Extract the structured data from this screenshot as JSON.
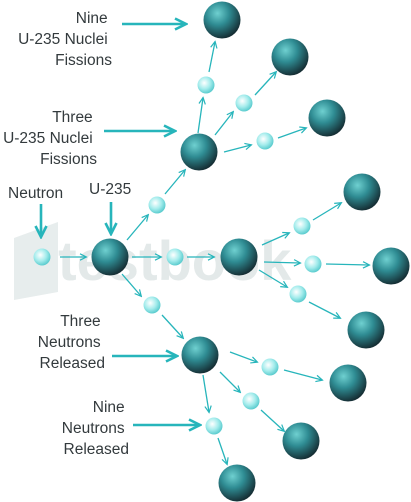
{
  "labels": {
    "nine_fissions": [
      "Nine",
      "U-235 Nuclei",
      "Fissions"
    ],
    "three_fissions": [
      "Three",
      "U-235 Nuclei",
      "Fissions"
    ],
    "neutron": "Neutron",
    "u235": "U-235",
    "three_neutrons": [
      "Three",
      "Neutrons",
      "Released"
    ],
    "nine_neutrons": [
      "Nine",
      "Neutrons",
      "Released"
    ]
  },
  "watermark": "testbook",
  "colors": {
    "nucleus_light": "#6fd0d0",
    "nucleus_dark": "#152d33",
    "neutron_light": "#ffffff",
    "neutron_mid": "#a4ecec",
    "arrow": "#27b5bb",
    "label_text": "#333a3d",
    "watermark": "#dfe6e6"
  }
}
